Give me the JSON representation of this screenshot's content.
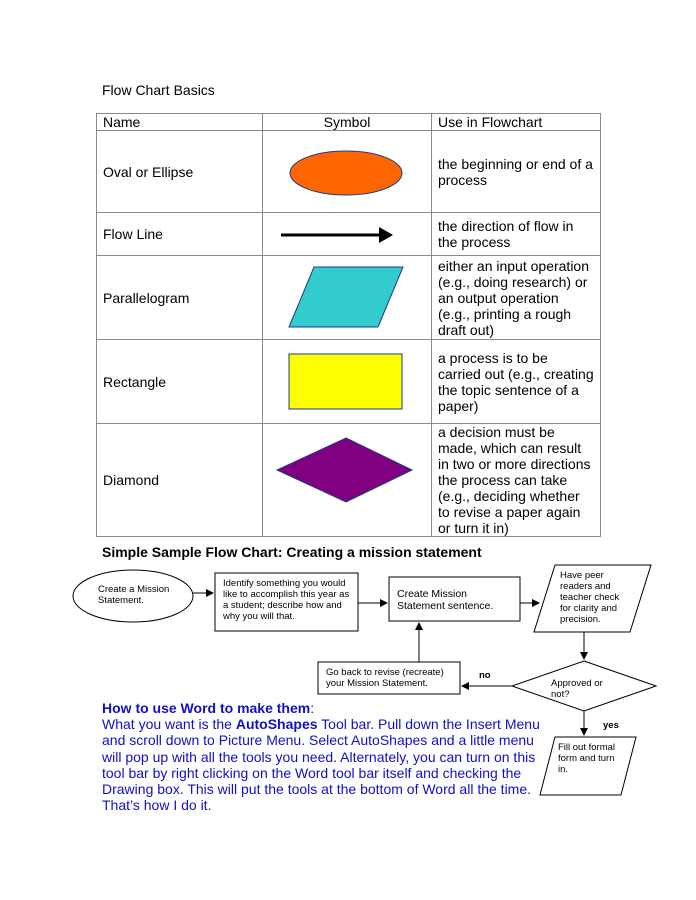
{
  "page_title": "Flow Chart Basics",
  "table": {
    "headers": [
      "Name",
      "Symbol",
      "Use in Flowchart"
    ],
    "rows": [
      {
        "name": "Oval or Ellipse",
        "use": "the beginning or end of a process",
        "symbol_icon": "oval-icon",
        "color": "#ff6600"
      },
      {
        "name": "Flow Line",
        "use": "the direction of flow in the process",
        "symbol_icon": "arrow-right-icon",
        "color": "#000000"
      },
      {
        "name": "Parallelogram",
        "use": "either an input operation (e.g., doing research) or an output operation (e.g., printing a rough draft out)",
        "symbol_icon": "parallelogram-icon",
        "color": "#33cccc"
      },
      {
        "name": "Rectangle",
        "use": "a process is to be carried out (e.g., creating the topic sentence of a paper)",
        "symbol_icon": "rectangle-icon",
        "color": "#ffff00"
      },
      {
        "name": "Diamond",
        "use": "a decision must be made, which can result in two or more directions the process can take (e.g., deciding whether to revise a paper again or turn it in)",
        "symbol_icon": "diamond-icon",
        "color": "#800080"
      }
    ]
  },
  "flow": {
    "title": "Simple Sample Flow Chart: Creating a mission statement",
    "start": "Create a Mission Statement.",
    "identify": "Identify something you would like to accomplish this year as a student; describe how and why you will that.",
    "create_sentence": "Create Mission Statement sentence.",
    "peer": "Have peer readers and teacher check for clarity and precision.",
    "decision": "Approved or not?",
    "revise": "Go back to revise (recreate) your Mission Statement.",
    "fill_out": "Fill out formal form and turn in.",
    "no_label": "no",
    "yes_label": "yes"
  },
  "howto": {
    "heading": "How to use Word to make them",
    "colon": ":",
    "p1": "What you want is the ",
    "autoshapes": "AutoShapes",
    "p2": " Tool bar. Pull down the Insert Menu and scroll down to Picture Menu.  Select AutoShapes and a little menu will pop up with all the tools you need. Alternately, you can turn on this tool bar by right clicking on the Word tool bar itself and checking the Drawing box.  This will put the tools at the bottom of Word all the time.  That’s how I do it.",
    "color": "#1010c8"
  }
}
